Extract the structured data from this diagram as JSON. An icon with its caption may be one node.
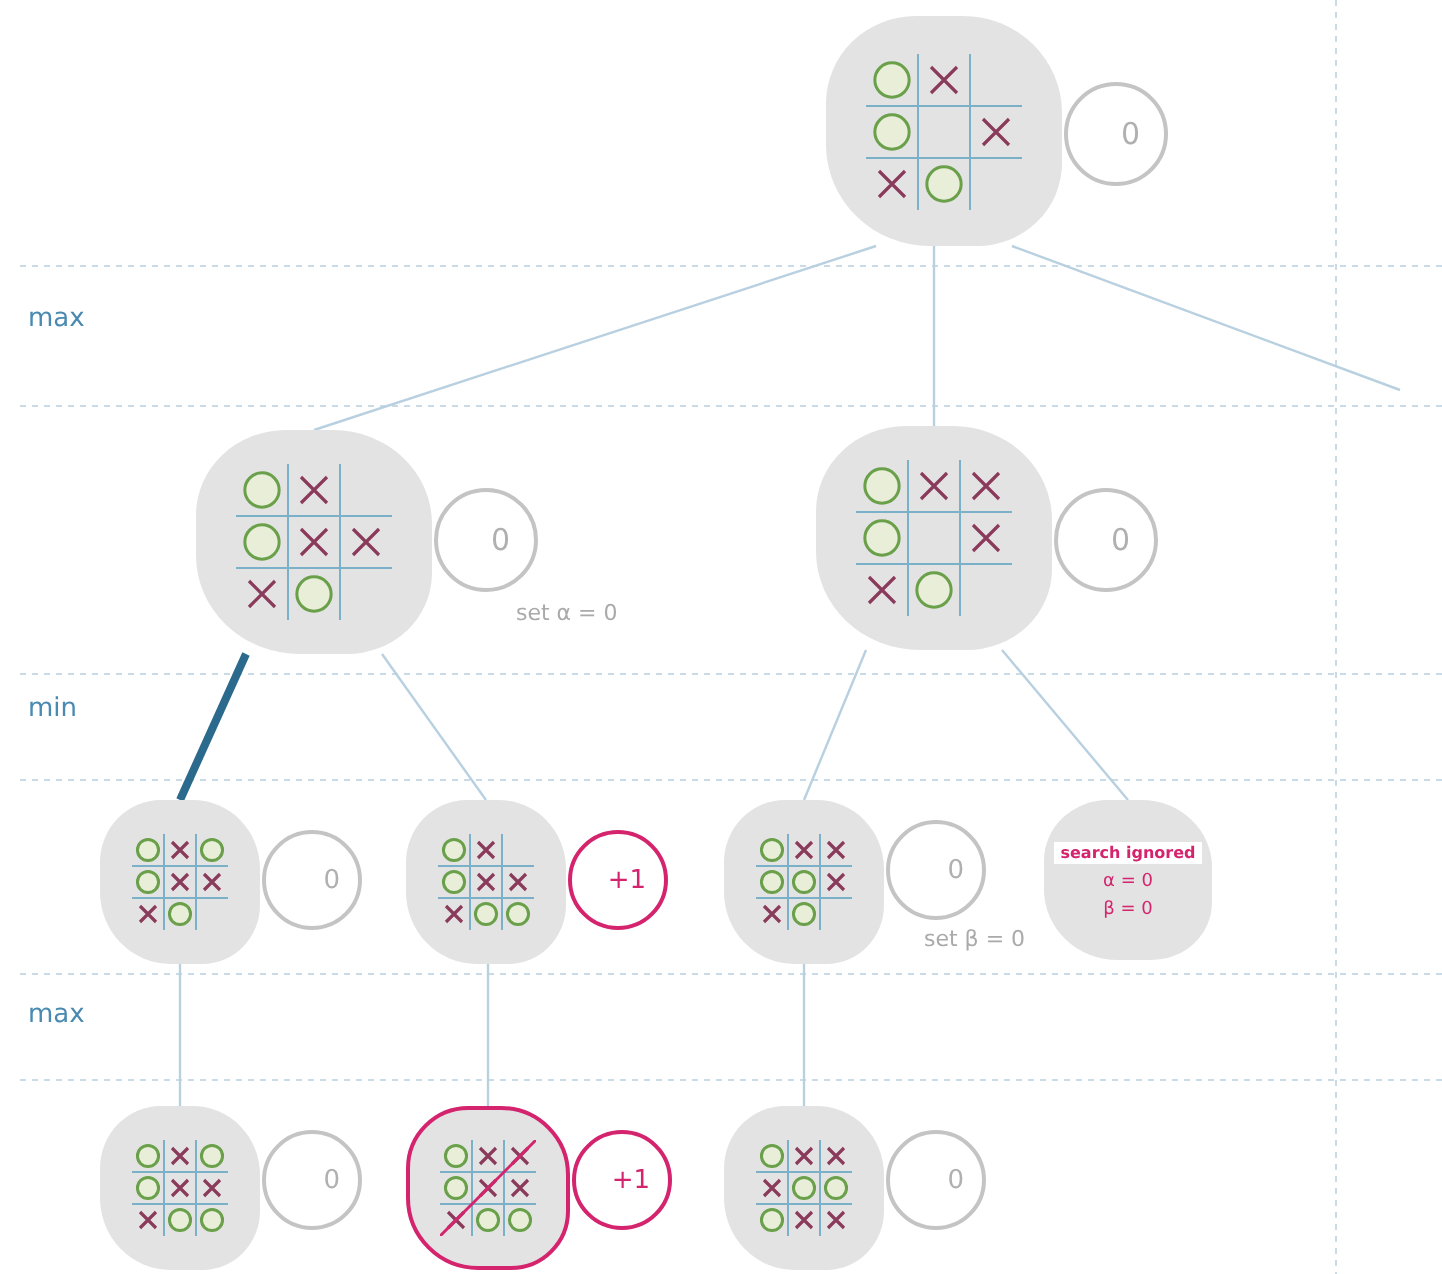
{
  "diagram": {
    "nodes": [
      {
        "text": [],
        "shape": "cloud"
      },
      {
        "text": [
          "0"
        ]
      },
      {
        "text": [],
        "shape": "cloud"
      },
      {
        "text": [
          "0"
        ],
        "beside": [
          "set α = 0"
        ]
      },
      {
        "text": [],
        "shape": "cloud"
      },
      {
        "text": [
          "0"
        ]
      },
      {
        "text": [],
        "shape": "cloud"
      },
      {
        "text": [
          "0"
        ]
      },
      {
        "text": [],
        "shape": "cloud"
      },
      {
        "text": [
          "+1"
        ]
      },
      {
        "text": [],
        "shape": "cloud"
      },
      {
        "text": [
          "0"
        ],
        "beside": [
          "set β = 0"
        ]
      },
      {
        "text": [
          "search ignored",
          "α = 0",
          "β = 0"
        ]
      },
      {
        "text": [],
        "shape": "cloud"
      },
      {
        "text": [
          "0"
        ]
      },
      {
        "text": [],
        "shape": "cloud"
      },
      {
        "text": [
          "+1"
        ]
      },
      {
        "text": [],
        "shape": "cloud"
      },
      {
        "text": [
          "0"
        ]
      }
    ],
    "edges": [
      {
        "from": 0,
        "to": 2,
        "arrow": "none"
      },
      {
        "from": 0,
        "to": 4,
        "arrow": "none"
      },
      {
        "from": 0,
        "to": null,
        "arrow": "none"
      },
      {
        "from": 2,
        "to": 6,
        "arrow": "none",
        "style": "thick",
        "color": "#2b6a8c"
      },
      {
        "from": 2,
        "to": 8,
        "arrow": "none"
      },
      {
        "from": 4,
        "to": 10,
        "arrow": "none"
      },
      {
        "from": 4,
        "to": 12,
        "arrow": "none"
      },
      {
        "from": 6,
        "to": 13,
        "arrow": "none"
      },
      {
        "from": 8,
        "to": 15,
        "arrow": "none"
      },
      {
        "from": 10,
        "to": 17,
        "arrow": "none"
      }
    ],
    "labels": [
      "max",
      "min",
      "max"
    ]
  }
}
